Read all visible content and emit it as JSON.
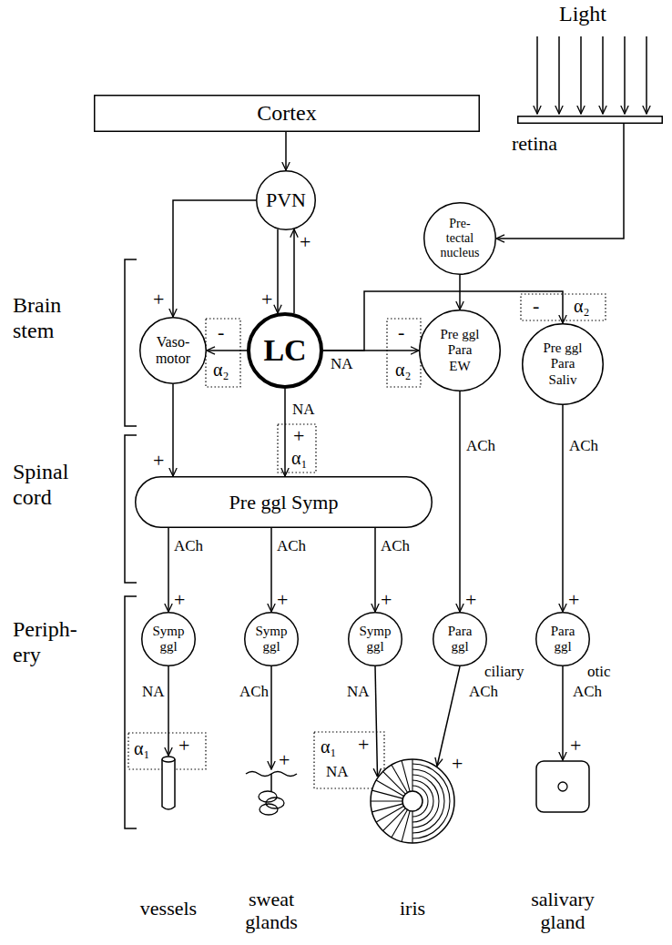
{
  "diagram": {
    "nodes": [
      {
        "text": [
          "Cortex"
        ]
      },
      {
        "text": [
          "retina"
        ]
      },
      {
        "text": [
          "PVN"
        ]
      },
      {
        "text": [
          "Pre- tectal nucleus"
        ]
      },
      {
        "text": [
          "Vaso- motor"
        ]
      },
      {
        "text": [
          "LC"
        ]
      },
      {
        "text": [
          "Pre ggl Para EW"
        ]
      },
      {
        "text": [
          "Pre ggl Para Saliv"
        ]
      },
      {
        "text": [
          "Pre ggl Symp"
        ]
      },
      {
        "text": [
          "Symp ggl"
        ]
      },
      {
        "text": [
          "Symp ggl"
        ]
      },
      {
        "text": [
          "Symp ggl"
        ]
      },
      {
        "text": [
          "Para ggl",
          "ciliary"
        ]
      },
      {
        "text": [
          "Para ggl",
          "otic"
        ]
      },
      {
        "text": [
          "vessels"
        ]
      },
      {
        "text": [
          "sweat glands"
        ]
      },
      {
        "text": [
          "iris"
        ]
      },
      {
        "text": [
          "salivary gland"
        ]
      }
    ],
    "edges": [
      {
        "from": 0,
        "to": 2,
        "arrow": "to"
      },
      {
        "from": 1,
        "to": 3,
        "arrow": "to"
      },
      {
        "from": 2,
        "to": 4,
        "arrow": "to"
      },
      {
        "from": 2,
        "to": 5,
        "arrow": "to"
      },
      {
        "from": 5,
        "to": 2,
        "arrow": "to"
      },
      {
        "from": 5,
        "to": 4,
        "arrow": "to"
      },
      {
        "from": 5,
        "to": 6,
        "label": "NA",
        "arrow": "to"
      },
      {
        "from": 5,
        "to": 7,
        "arrow": "to"
      },
      {
        "from": 3,
        "to": 6,
        "arrow": "to"
      },
      {
        "from": 5,
        "to": 8,
        "label": "NA",
        "arrow": "to"
      },
      {
        "from": 4,
        "to": 8,
        "arrow": "to"
      },
      {
        "from": 8,
        "to": 9,
        "label": "ACh",
        "arrow": "to"
      },
      {
        "from": 8,
        "to": 10,
        "label": "ACh",
        "arrow": "to"
      },
      {
        "from": 8,
        "to": 11,
        "label": "ACh",
        "arrow": "to"
      },
      {
        "from": 6,
        "to": 12,
        "label": "ACh",
        "arrow": "to"
      },
      {
        "from": 7,
        "to": 13,
        "label": "ACh",
        "arrow": "to"
      },
      {
        "from": 9,
        "to": 14,
        "label": "NA",
        "arrow": "to"
      },
      {
        "from": 10,
        "to": 15,
        "label": "ACh",
        "arrow": "to"
      },
      {
        "from": 11,
        "to": 16,
        "label": "NA",
        "arrow": "to"
      },
      {
        "from": 12,
        "to": 16,
        "label": "ACh",
        "arrow": "to"
      },
      {
        "from": 13,
        "to": 17,
        "label": "ACh",
        "arrow": "to"
      }
    ],
    "labels": [
      "Light",
      "Brain stem",
      "Spinal cord",
      "Periph- ery",
      "+",
      "+",
      "+",
      "-",
      "α₂",
      "-",
      "α₂",
      "-",
      "α₂",
      "+",
      "+",
      "α₁",
      "+",
      "+",
      "+",
      "+",
      "+",
      "α₁",
      "+",
      "+",
      "α₁",
      "+",
      "NA",
      "+",
      "+"
    ]
  }
}
